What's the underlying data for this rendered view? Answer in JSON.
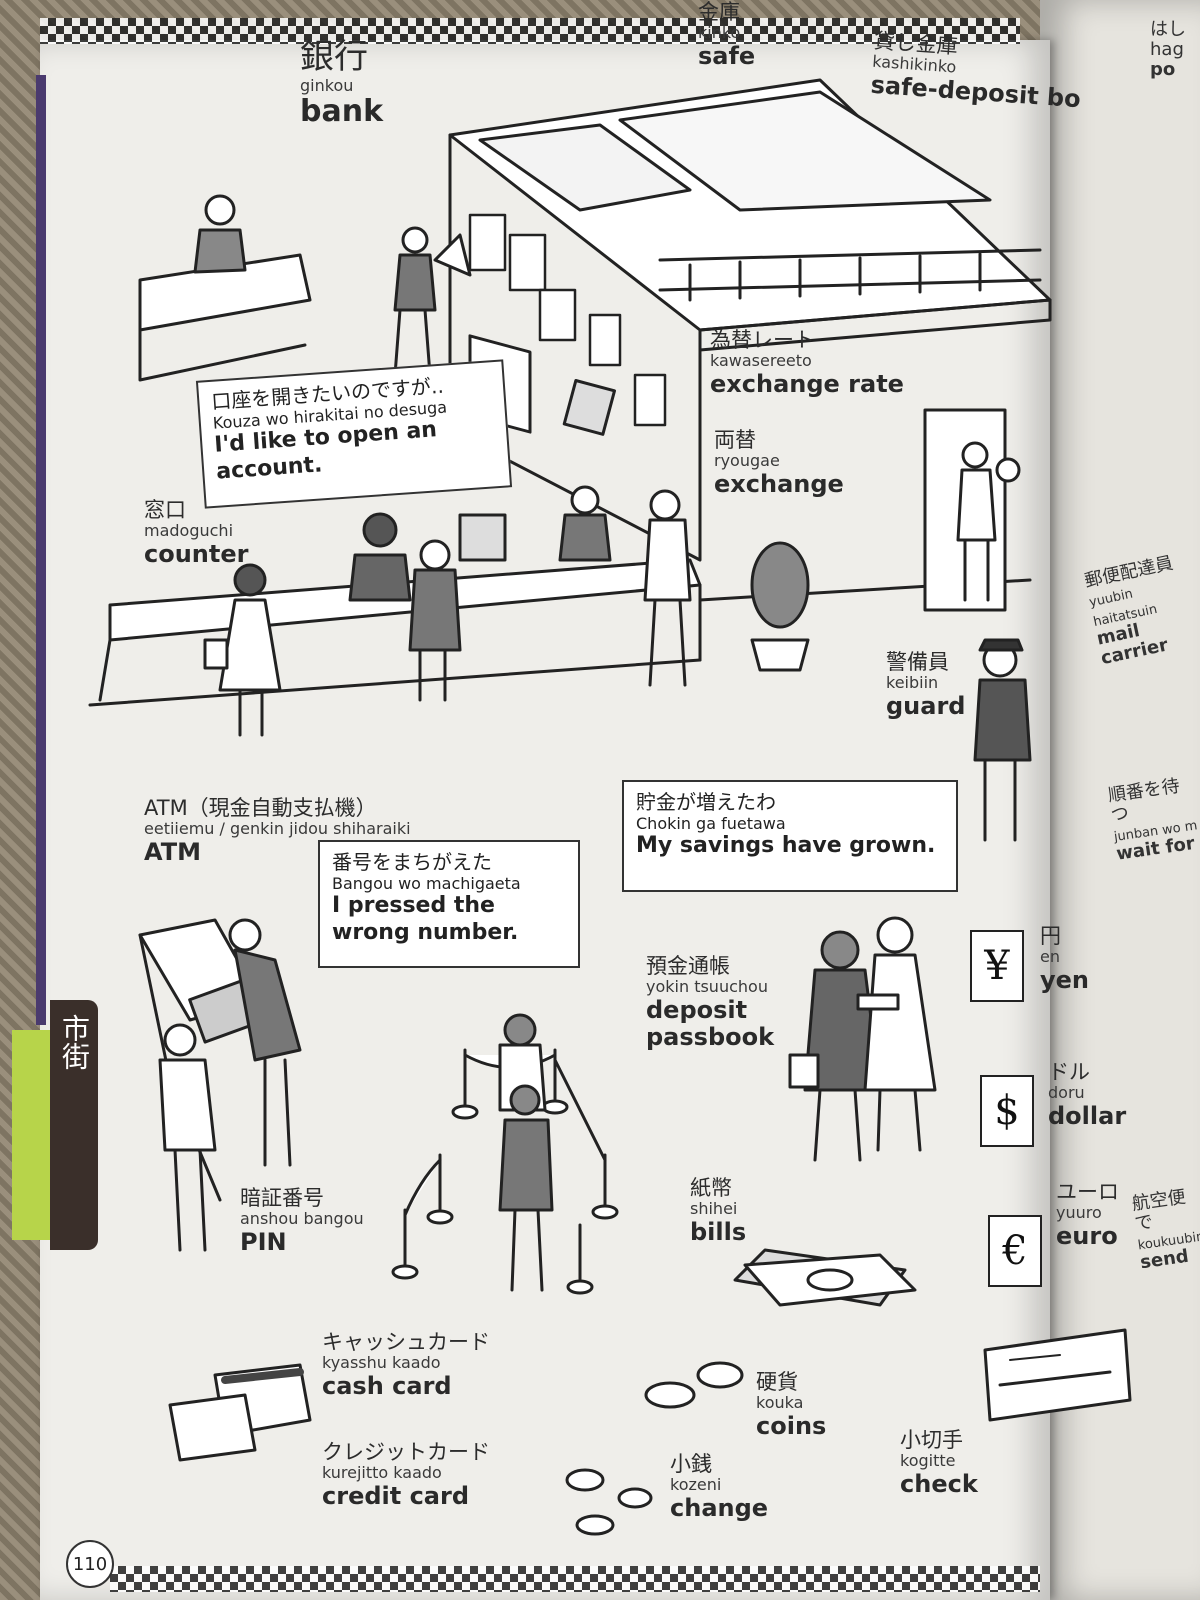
{
  "page": {
    "number": "110",
    "side_tab": "市街"
  },
  "labels": {
    "bank": {
      "jp": "銀行",
      "ro": "ginkou",
      "en": "bank"
    },
    "safe": {
      "jp": "金庫",
      "ro": "kinko",
      "en": "safe"
    },
    "safe_deposit": {
      "jp": "貸し金庫",
      "ro": "kashikinko",
      "en": "safe-deposit bo"
    },
    "exchange_rate": {
      "jp": "為替レート",
      "ro": "kawasereeto",
      "en": "exchange rate"
    },
    "exchange": {
      "jp": "両替",
      "ro": "ryougae",
      "en": "exchange"
    },
    "counter": {
      "jp": "窓口",
      "ro": "madoguchi",
      "en": "counter"
    },
    "guard": {
      "jp": "警備員",
      "ro": "keibiin",
      "en": "guard"
    },
    "atm": {
      "jp": "ATM（現金自動支払機）",
      "ro": "eetiiemu / genkin jidou shiharaiki",
      "en": "ATM"
    },
    "passbook": {
      "jp": "預金通帳",
      "ro": "yokin tsuuchou",
      "en": "deposit passbook"
    },
    "yen": {
      "jp": "円",
      "ro": "en",
      "en": "yen",
      "symbol": "¥"
    },
    "dollar": {
      "jp": "ドル",
      "ro": "doru",
      "en": "dollar",
      "symbol": "$"
    },
    "euro": {
      "jp": "ユーロ",
      "ro": "yuuro",
      "en": "euro",
      "symbol": "€"
    },
    "pin": {
      "jp": "暗証番号",
      "ro": "anshou bangou",
      "en": "PIN"
    },
    "bills": {
      "jp": "紙幣",
      "ro": "shihei",
      "en": "bills"
    },
    "cash_card": {
      "jp": "キャッシュカード",
      "ro": "kyasshu kaado",
      "en": "cash card"
    },
    "credit_card": {
      "jp": "クレジットカード",
      "ro": "kurejitto kaado",
      "en": "credit card"
    },
    "coins": {
      "jp": "硬貨",
      "ro": "kouka",
      "en": "coins"
    },
    "change": {
      "jp": "小銭",
      "ro": "kozeni",
      "en": "change"
    },
    "check": {
      "jp": "小切手",
      "ro": "kogitte",
      "en": "check"
    }
  },
  "bubbles": {
    "open_account": {
      "jp": "口座を開きたいのですが..",
      "ro": "Kouza wo hirakitai no desuga",
      "en": "I'd like to open an account."
    },
    "wrong_number": {
      "jp": "番号をまちがえた",
      "ro": "Bangou wo machigaeta",
      "en": "I pressed the wrong number."
    },
    "savings": {
      "jp": "貯金が増えたわ",
      "ro": "Chokin ga fuetawa",
      "en": "My savings have grown."
    }
  },
  "right_page": {
    "top": {
      "jp": "はし",
      "ro": "hag",
      "en": "po"
    },
    "mail": {
      "jp": "郵便配達員",
      "ro": "yuubin haitatsuin",
      "en": "mail carrier"
    },
    "wait": {
      "jp": "順番を待つ",
      "ro": "junban wo m",
      "en": "wait for"
    },
    "send": {
      "jp": "航空便で",
      "ro": "koukuubin",
      "en": "send"
    }
  }
}
